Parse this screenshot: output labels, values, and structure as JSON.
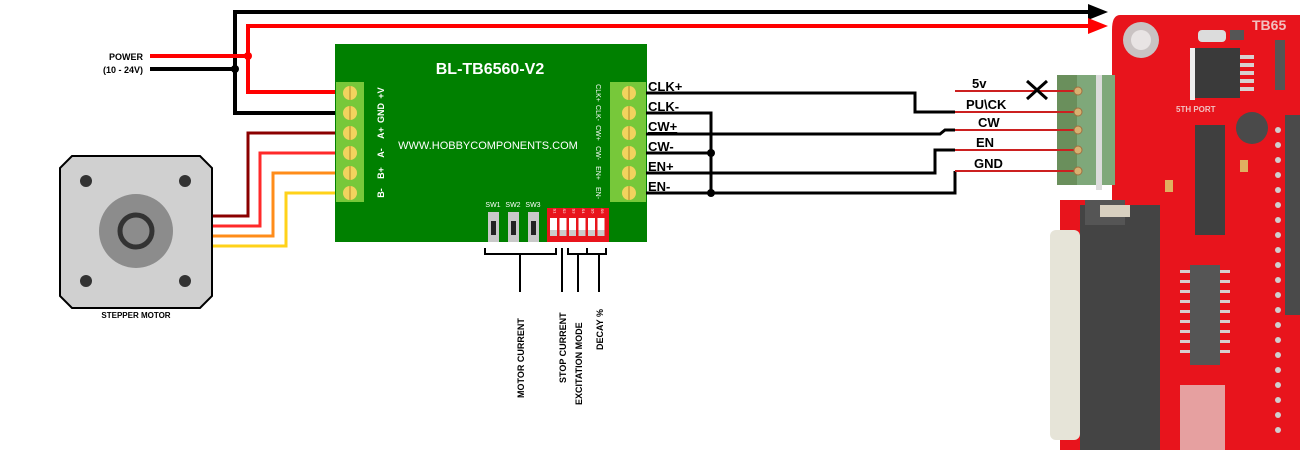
{
  "power": {
    "label_line1": "POWER",
    "label_line2": "(10 - 24V)",
    "wire_colors": {
      "positive": "#ff0000",
      "negative": "#000000"
    }
  },
  "driver": {
    "title": "BL-TB6560-V2",
    "url": "WWW.HOBBYCOMPONENTS.COM",
    "board_color": "#008000",
    "terminal_color": "#77c83a",
    "left_terminals": [
      "+V",
      "GND",
      "A+",
      "A-",
      "B+",
      "B-"
    ],
    "right_terminals": [
      "CLK+",
      "CLK-",
      "CW+",
      "CW-",
      "EN+",
      "EN-"
    ],
    "slide_switches": [
      "SW1",
      "SW2",
      "SW3"
    ],
    "dip_switches": [
      "S1",
      "S2",
      "S3",
      "S4",
      "S5",
      "S6"
    ]
  },
  "signal_labels": [
    "CLK+",
    "CLK-",
    "CW+",
    "CW-",
    "EN+",
    "EN-"
  ],
  "controller_pins": [
    "5v",
    "PU\\CK",
    "CW",
    "EN",
    "GND"
  ],
  "controller_pcb": {
    "silkscreen_top": "TB65",
    "silkscreen_port": "5TH PORT",
    "board_color": "#e8141c"
  },
  "motor": {
    "label": "STEPPER MOTOR",
    "wire_colors": [
      "#8b0000",
      "#ff2a2a",
      "#ff8c1a",
      "#ffd21a"
    ]
  },
  "switch_annotations": [
    "MOTOR CURRENT",
    "STOP CURRENT",
    "EXCITATION MODE",
    "DECAY %"
  ],
  "unconnected_marker": "×"
}
